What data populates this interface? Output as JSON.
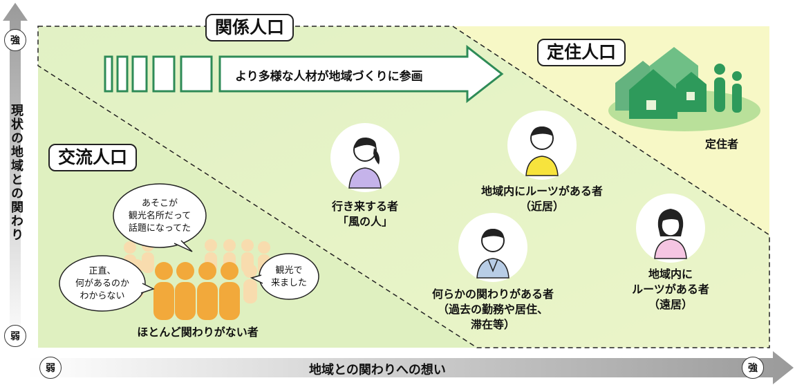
{
  "labels": {
    "kankei": "関係人口",
    "teiju": "定住人口",
    "koryu": "交流人口"
  },
  "arrow_text": "より多様な人材が地域づくりに参画",
  "axis": {
    "y_label": "現状の地域との関わり",
    "x_label": "地域との関わりへの想い",
    "strong": "強",
    "weak": "弱"
  },
  "people": {
    "teijusha": "定住者",
    "kaze": [
      "行き来する者",
      "「風の人」"
    ],
    "kinkyo": [
      "地域内にルーツがある者",
      "（近居）"
    ],
    "enkyo": [
      "地域内に",
      "ルーツがある者",
      "（遠居）"
    ],
    "kako": [
      "何らかの関わりがある者",
      "（過去の勤務や居住、",
      "滞在等）"
    ],
    "hotondo": "ほとんど関わりがない者"
  },
  "bubbles": {
    "top": [
      "あそこが",
      "観光名所だって",
      "話題になってた"
    ],
    "left": [
      "正直、",
      "何があるのか",
      "わからない"
    ],
    "right": [
      "観光で",
      "来ました"
    ]
  },
  "colors": {
    "green_area": "#e3f2c4",
    "yellow_area": "#f7f8c4",
    "dark_green": "#2e8b57",
    "crowd": "#f2a93b"
  }
}
